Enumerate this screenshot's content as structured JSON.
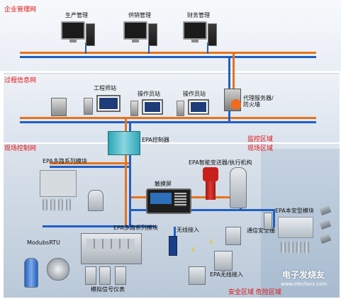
{
  "zones": {
    "enterprise": "企业管理网",
    "process": "过程信息网",
    "field": "现场控制网",
    "monitor": "监控区域",
    "site": "现场区域",
    "safety": "安全区域  危险区域"
  },
  "enterprise_pcs": [
    "生产管理",
    "供销管理",
    "财务管理"
  ],
  "process_nodes": {
    "eng_station": "工程师站",
    "op_station_1": "操作员站",
    "op_station_2": "操作员站",
    "proxy": "代理服务器/\n防火墙"
  },
  "field_labels": {
    "controller": "EPA控制器",
    "multi_module_top": "EPA多路系列模块",
    "smart_transmitter": "EPA智能变送器/执行机构",
    "hmi": "触摸屏",
    "multi_module_mid": "EPA多路系列模块",
    "wireless_access": "无线接入",
    "gate": "通信安全栅",
    "intrinsic_module": "EPA本安型模块",
    "modbus": "ModubsRTU",
    "analog": "模拟信号仪表",
    "epa_wireless": "EPA无线接入"
  },
  "watermark": {
    "title": "电子发烧友",
    "url": "www.elecfans.com"
  },
  "colors": {
    "orange_bus": "#e8731a",
    "blue_bus": "#1f5fc4",
    "zone_title": "#e01010"
  }
}
